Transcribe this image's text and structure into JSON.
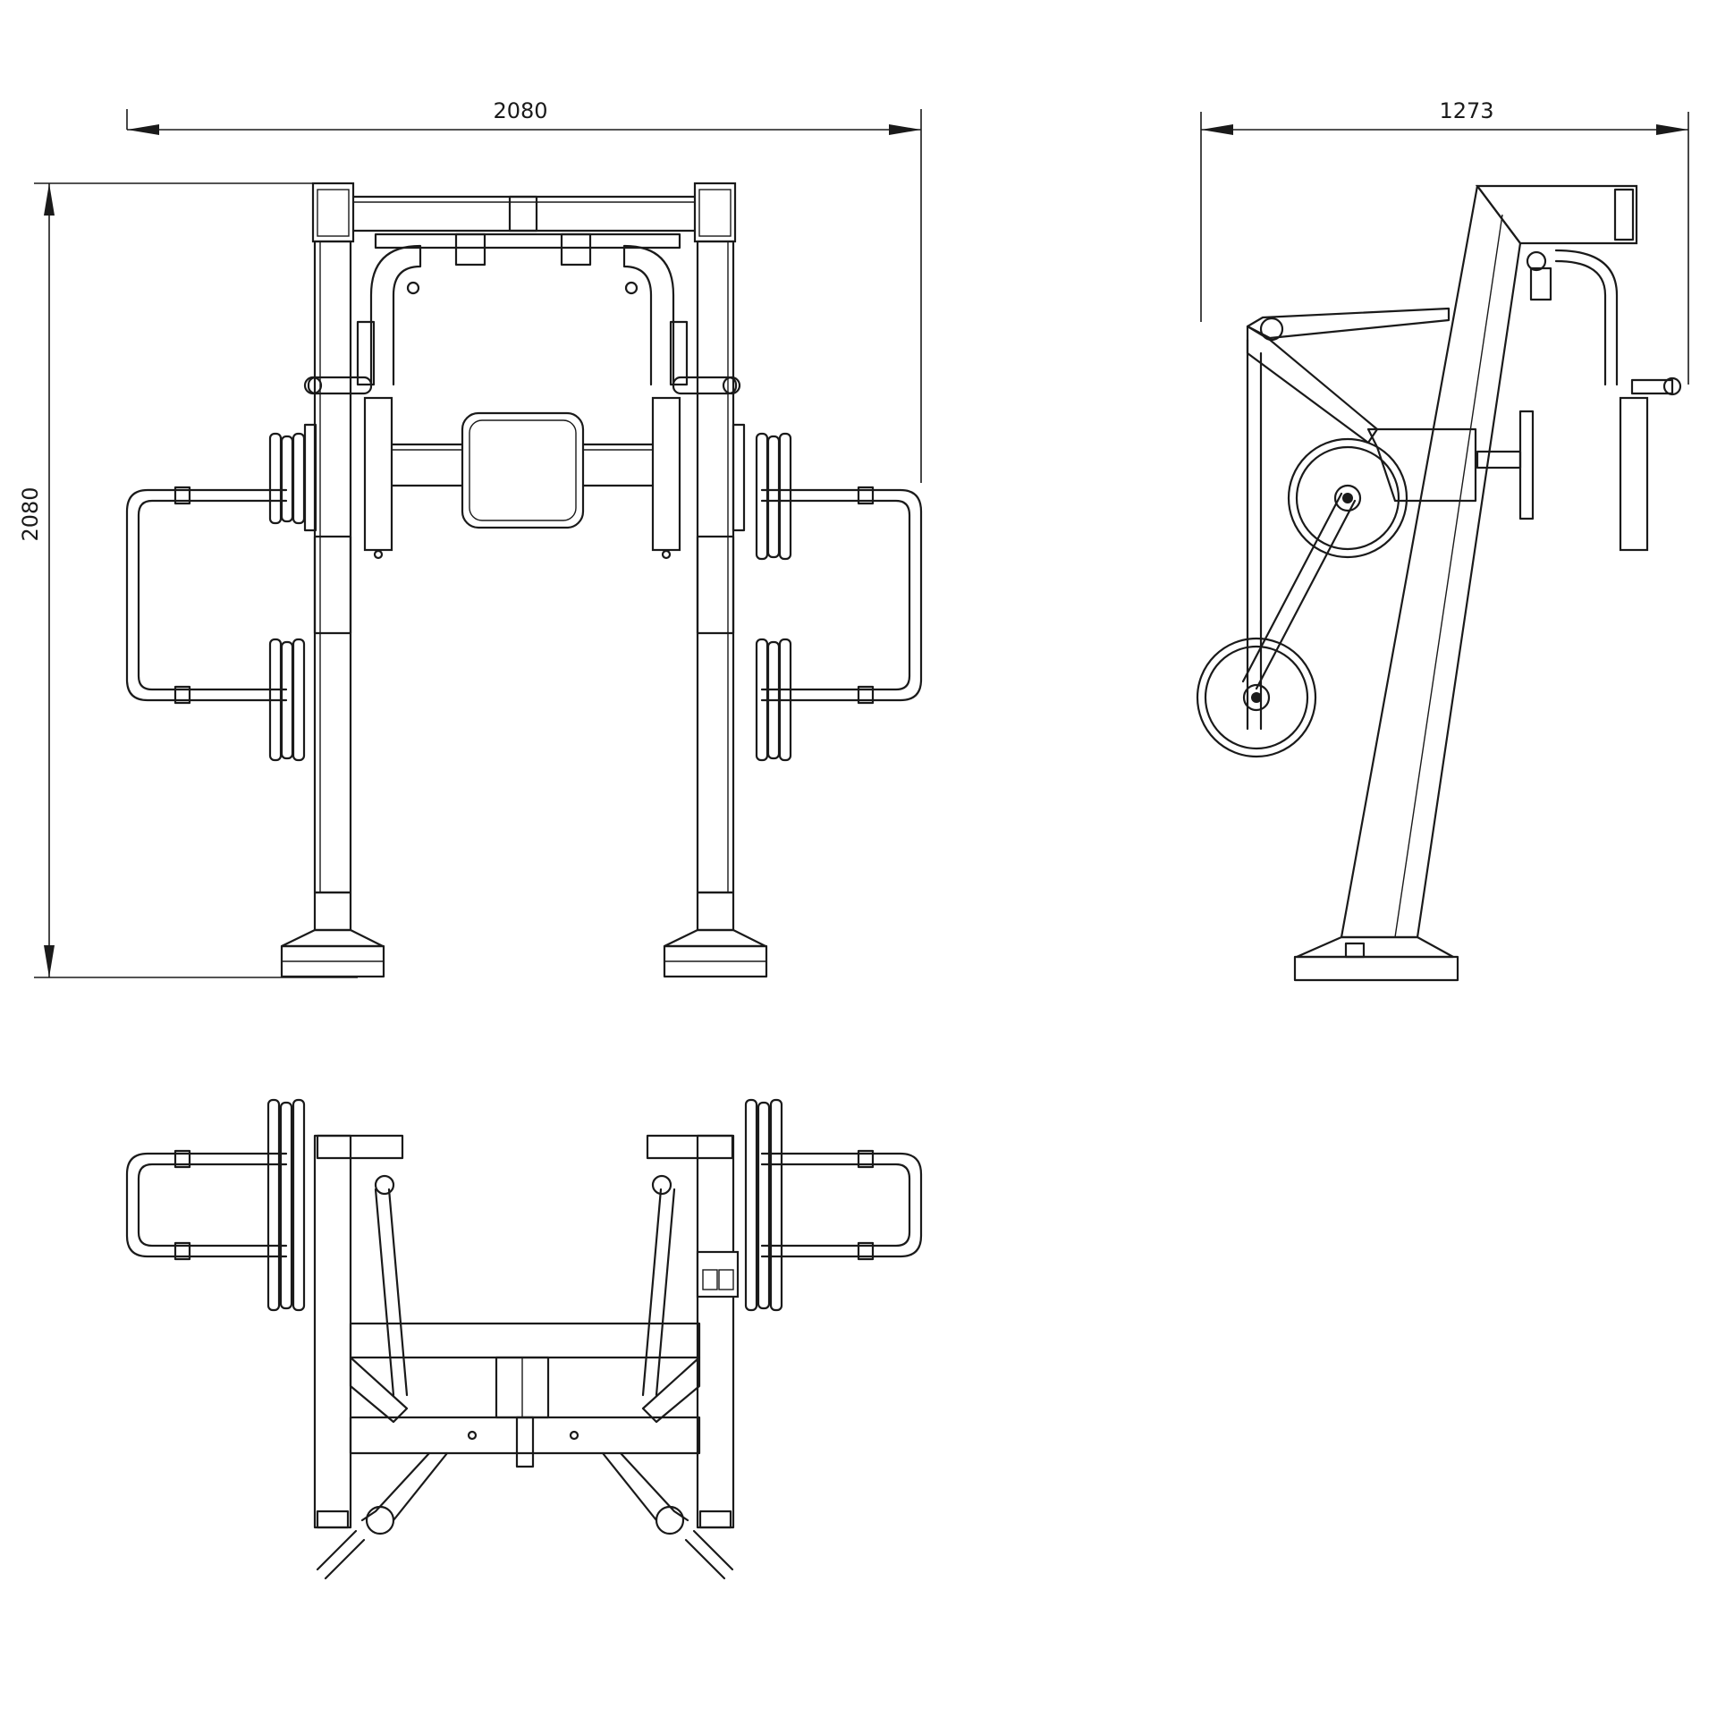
{
  "dimensions": {
    "front_width": "2080",
    "front_height": "2080",
    "side_depth": "1273"
  },
  "views": [
    {
      "name": "front-view"
    },
    {
      "name": "side-view"
    },
    {
      "name": "top-view"
    }
  ],
  "colors": {
    "line": "#1a1a1a",
    "background": "#ffffff"
  }
}
